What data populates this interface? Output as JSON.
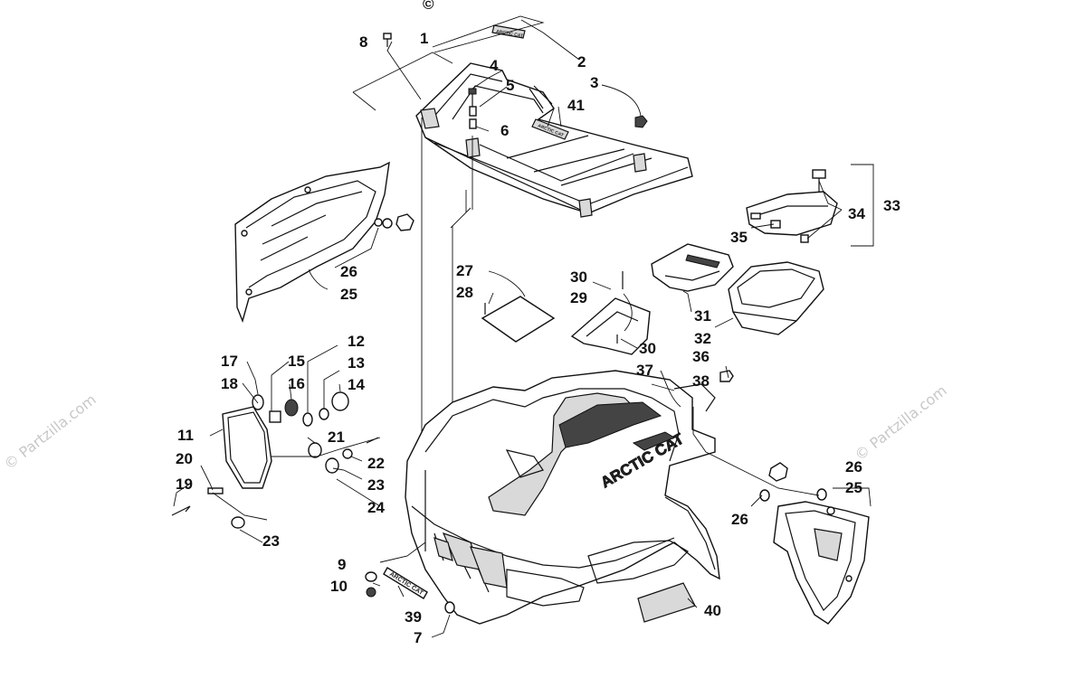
{
  "watermark": "© Partzilla.com",
  "copyright_symbol": "©",
  "decals": {
    "logo": "ARCTIC CAT",
    "rack_logo": "ARCTIC CAT",
    "small_decal": "ARCTIC CAT"
  },
  "callouts": [
    {
      "id": "c1",
      "label": "1"
    },
    {
      "id": "c2",
      "label": "2"
    },
    {
      "id": "c3",
      "label": "3"
    },
    {
      "id": "c4",
      "label": "4"
    },
    {
      "id": "c5",
      "label": "5"
    },
    {
      "id": "c6",
      "label": "6"
    },
    {
      "id": "c7",
      "label": "7"
    },
    {
      "id": "c8",
      "label": "8"
    },
    {
      "id": "c9",
      "label": "9"
    },
    {
      "id": "c10",
      "label": "10"
    },
    {
      "id": "c11",
      "label": "11"
    },
    {
      "id": "c12",
      "label": "12"
    },
    {
      "id": "c13",
      "label": "13"
    },
    {
      "id": "c14",
      "label": "14"
    },
    {
      "id": "c15",
      "label": "15"
    },
    {
      "id": "c16",
      "label": "16"
    },
    {
      "id": "c17",
      "label": "17"
    },
    {
      "id": "c18",
      "label": "18"
    },
    {
      "id": "c19",
      "label": "19"
    },
    {
      "id": "c20",
      "label": "20"
    },
    {
      "id": "c21",
      "label": "21"
    },
    {
      "id": "c22",
      "label": "22"
    },
    {
      "id": "c23a",
      "label": "23"
    },
    {
      "id": "c23b",
      "label": "23"
    },
    {
      "id": "c24",
      "label": "24"
    },
    {
      "id": "c25a",
      "label": "25"
    },
    {
      "id": "c25b",
      "label": "25"
    },
    {
      "id": "c26a",
      "label": "26"
    },
    {
      "id": "c26b",
      "label": "26"
    },
    {
      "id": "c26c",
      "label": "26"
    },
    {
      "id": "c27",
      "label": "27"
    },
    {
      "id": "c28",
      "label": "28"
    },
    {
      "id": "c29",
      "label": "29"
    },
    {
      "id": "c30a",
      "label": "30"
    },
    {
      "id": "c30b",
      "label": "30"
    },
    {
      "id": "c31",
      "label": "31"
    },
    {
      "id": "c32",
      "label": "32"
    },
    {
      "id": "c33",
      "label": "33"
    },
    {
      "id": "c34",
      "label": "34"
    },
    {
      "id": "c35",
      "label": "35"
    },
    {
      "id": "c36",
      "label": "36"
    },
    {
      "id": "c37",
      "label": "37"
    },
    {
      "id": "c38",
      "label": "38"
    },
    {
      "id": "c39",
      "label": "39"
    },
    {
      "id": "c40",
      "label": "40"
    },
    {
      "id": "c41",
      "label": "41"
    }
  ]
}
